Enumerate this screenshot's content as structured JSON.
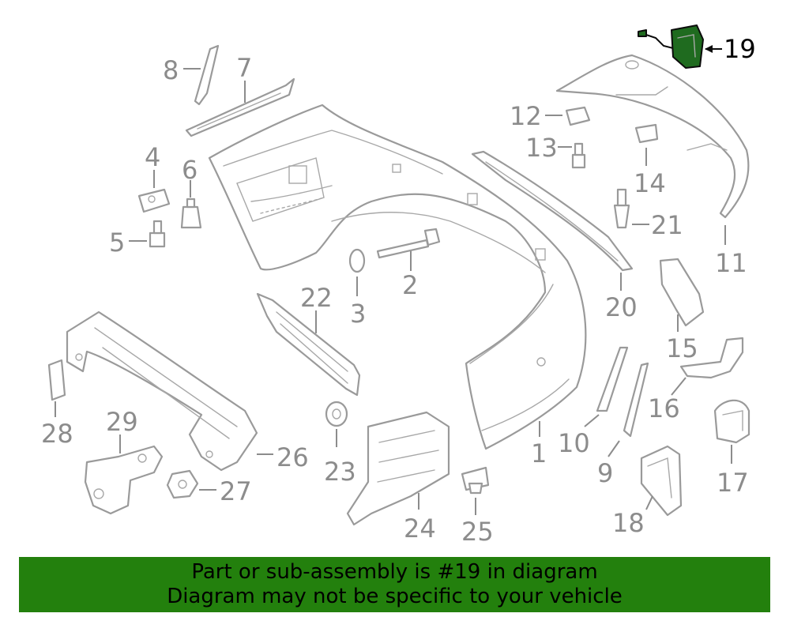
{
  "callouts": {
    "c1": "1",
    "c2": "2",
    "c3": "3",
    "c4": "4",
    "c5": "5",
    "c6": "6",
    "c7": "7",
    "c8": "8",
    "c9": "9",
    "c10": "10",
    "c11": "11",
    "c12": "12",
    "c13": "13",
    "c14": "14",
    "c15": "15",
    "c16": "16",
    "c17": "17",
    "c18": "18",
    "c19": "19",
    "c20": "20",
    "c21": "21",
    "c22": "22",
    "c23": "23",
    "c24": "24",
    "c25": "25",
    "c26": "26",
    "c27": "27",
    "c28": "28",
    "c29": "29"
  },
  "highlight": {
    "part_number": "19",
    "color": "#23800d",
    "part_fill": "#1f6b1f"
  },
  "banner": {
    "line1": "Part or sub-assembly is #19 in diagram",
    "line2": "Diagram may not be specific to your vehicle"
  }
}
